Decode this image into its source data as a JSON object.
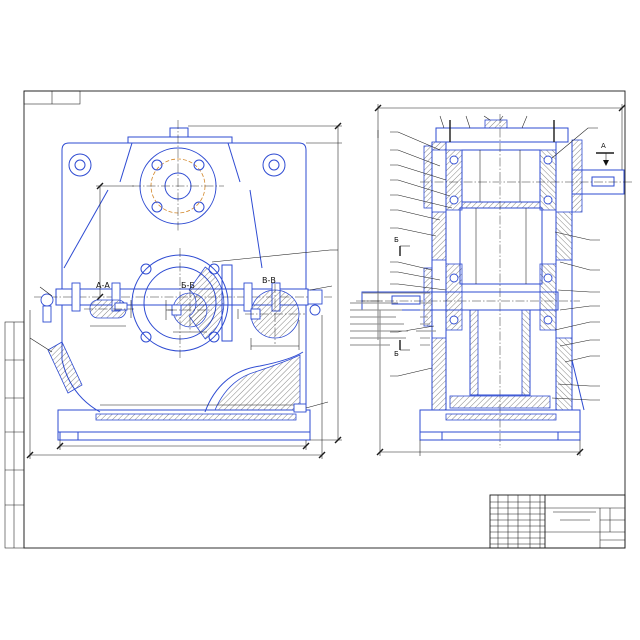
{
  "sections": {
    "a_title": "А-А",
    "b_title": "Б-Б",
    "v_title": "В-В"
  },
  "view_markers": {
    "a": "А",
    "b_upper": "Б",
    "b_lower": "Б"
  },
  "colors": {
    "outline": "#2e4bd2",
    "line": "#1b1b1b",
    "pitch_circle": "#d2872a",
    "paper": "#ffffff"
  }
}
